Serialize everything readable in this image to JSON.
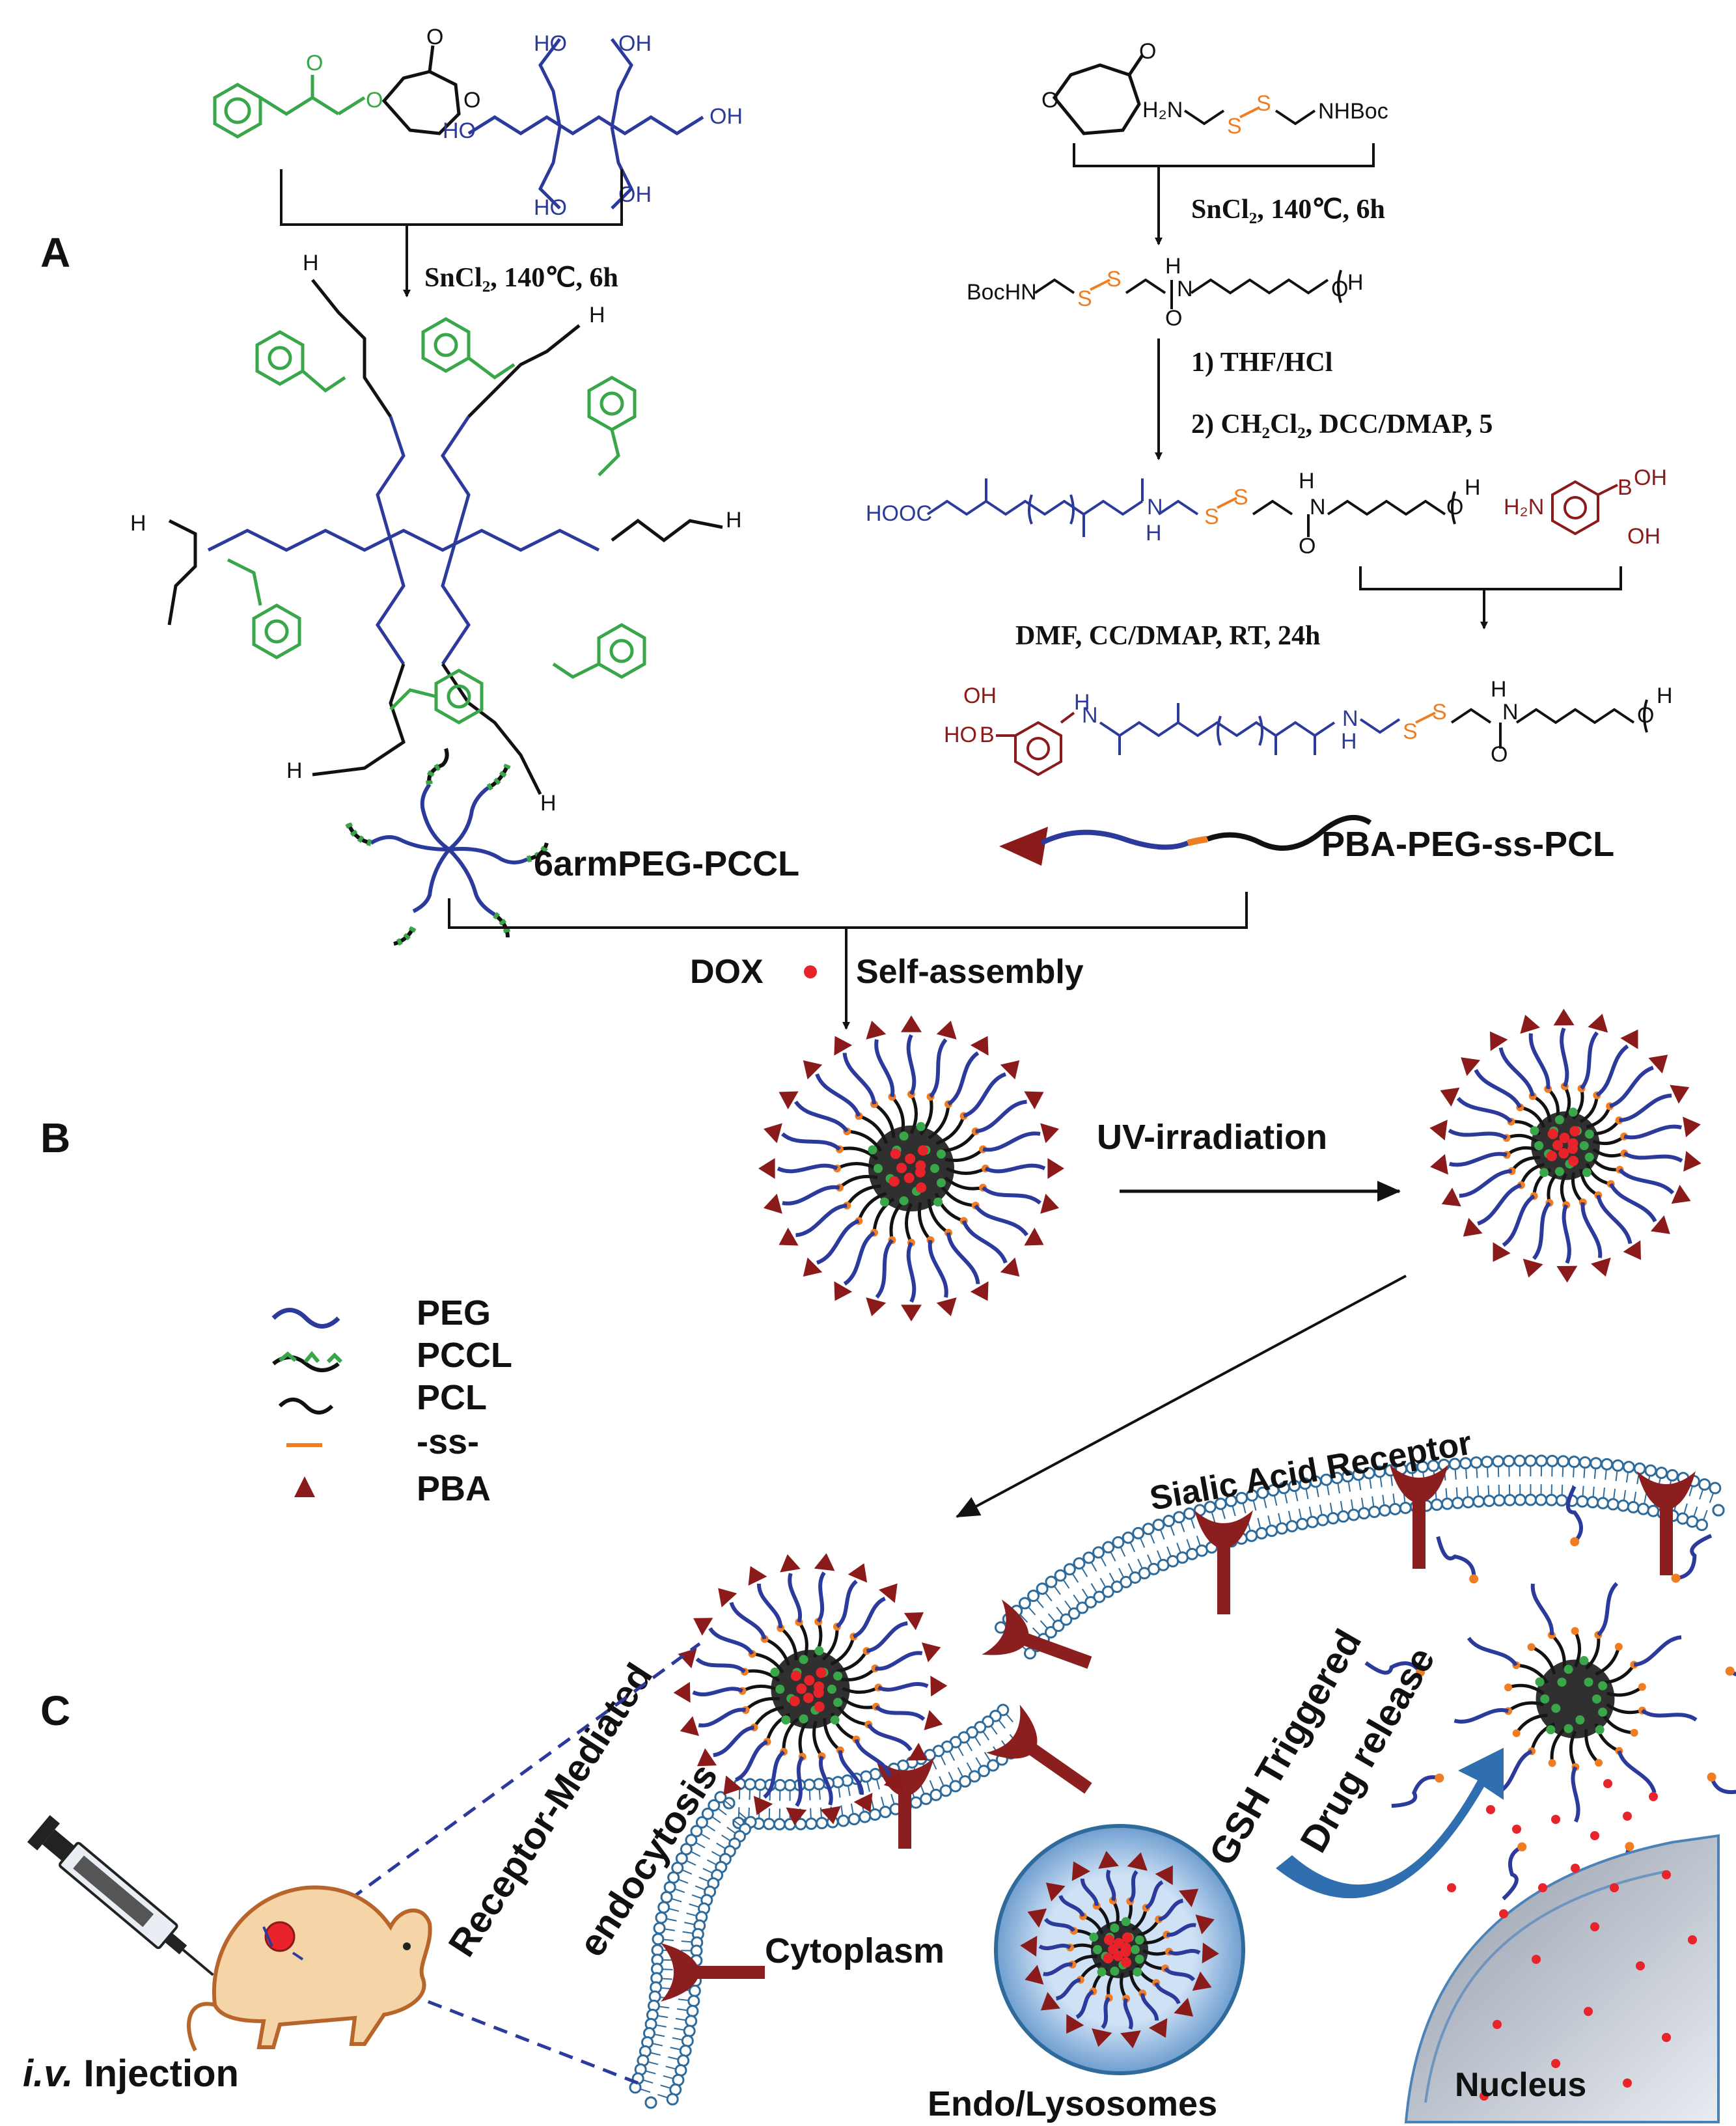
{
  "panels": {
    "a": "A",
    "b": "B",
    "c": "C"
  },
  "reagents": {
    "left": "SnCl₂, 140℃, 6h",
    "right_top": "SnCl₂, 140℃, 6h",
    "step1": "1) THF/HCl",
    "step2": "2) CH₂Cl₂, DCC/DMAP, 5",
    "coupling": "DMF, CC/DMAP, RT, 24h"
  },
  "chem_labels": {
    "bochn": "BocHN",
    "nhboc": "NHBoc",
    "h2n": "H₂N",
    "hooc": "HOOC",
    "b_oh": "B",
    "oh": "OH",
    "ho": "HO",
    "s": "S",
    "n": "N",
    "h": "H",
    "o": "O"
  },
  "polymers": {
    "left_name": "6armPEG-PCCL",
    "right_name": "PBA-PEG-ss-PCL"
  },
  "assembly": {
    "dox": "DOX",
    "self_assembly": "Self-assembly"
  },
  "uv": "UV-irradiation",
  "legend": [
    {
      "label": "PEG",
      "color": "#2b3a9b"
    },
    {
      "label": "PCCL",
      "color": "#111111"
    },
    {
      "label": "PCL",
      "color": "#111111"
    },
    {
      "label": "-ss-",
      "color": "#f07d22"
    },
    {
      "label": "PBA",
      "color": "#8b1a1a"
    }
  ],
  "cell_labels": {
    "sialic": "Sialic Acid Receptor",
    "receptor1": "Receptor-Mediated",
    "receptor2": "endocytosis",
    "gsh1": "GSH Triggered",
    "gsh2": "Drug release",
    "cytoplasm": "Cytoplasm",
    "endo": "Endo/Lysosomes",
    "nucleus": "Nucleus",
    "iv": "i.v.",
    "injection": " Injection"
  },
  "colors": {
    "peg": "#2b3a9b",
    "pccl_green": "#3aa64a",
    "ss_orange": "#f07d22",
    "pba_red": "#8b1a1a",
    "dox_red": "#e8232a",
    "membrane": "#2f6b9a",
    "receptor": "#8b1f1f"
  }
}
